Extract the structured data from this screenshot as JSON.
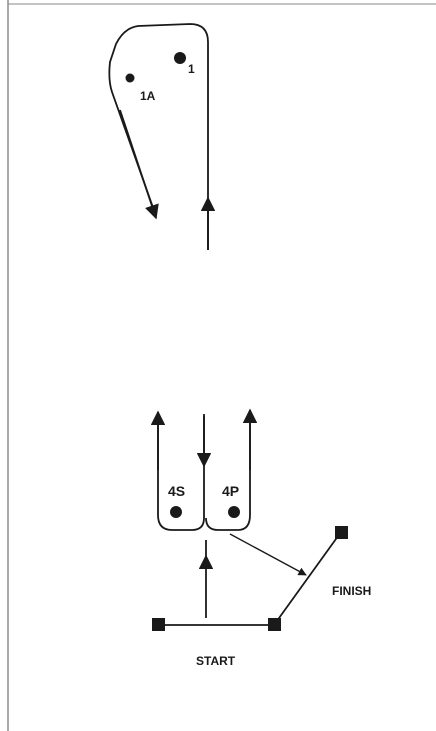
{
  "colors": {
    "ink": "#1a1a1a",
    "background": "#ffffff",
    "border": "#888888"
  },
  "marks": [
    {
      "id": "1",
      "label": "1"
    },
    {
      "id": "1A",
      "label": "1A"
    },
    {
      "id": "4S",
      "label": "4S"
    },
    {
      "id": "4P",
      "label": "4P"
    }
  ],
  "labels": {
    "start": "START",
    "finish": "FINISH"
  },
  "icons": {
    "mark": "filled-circle",
    "committee_boat": "filled-square",
    "pin_end": "filled-square",
    "direction": "arrowhead"
  }
}
